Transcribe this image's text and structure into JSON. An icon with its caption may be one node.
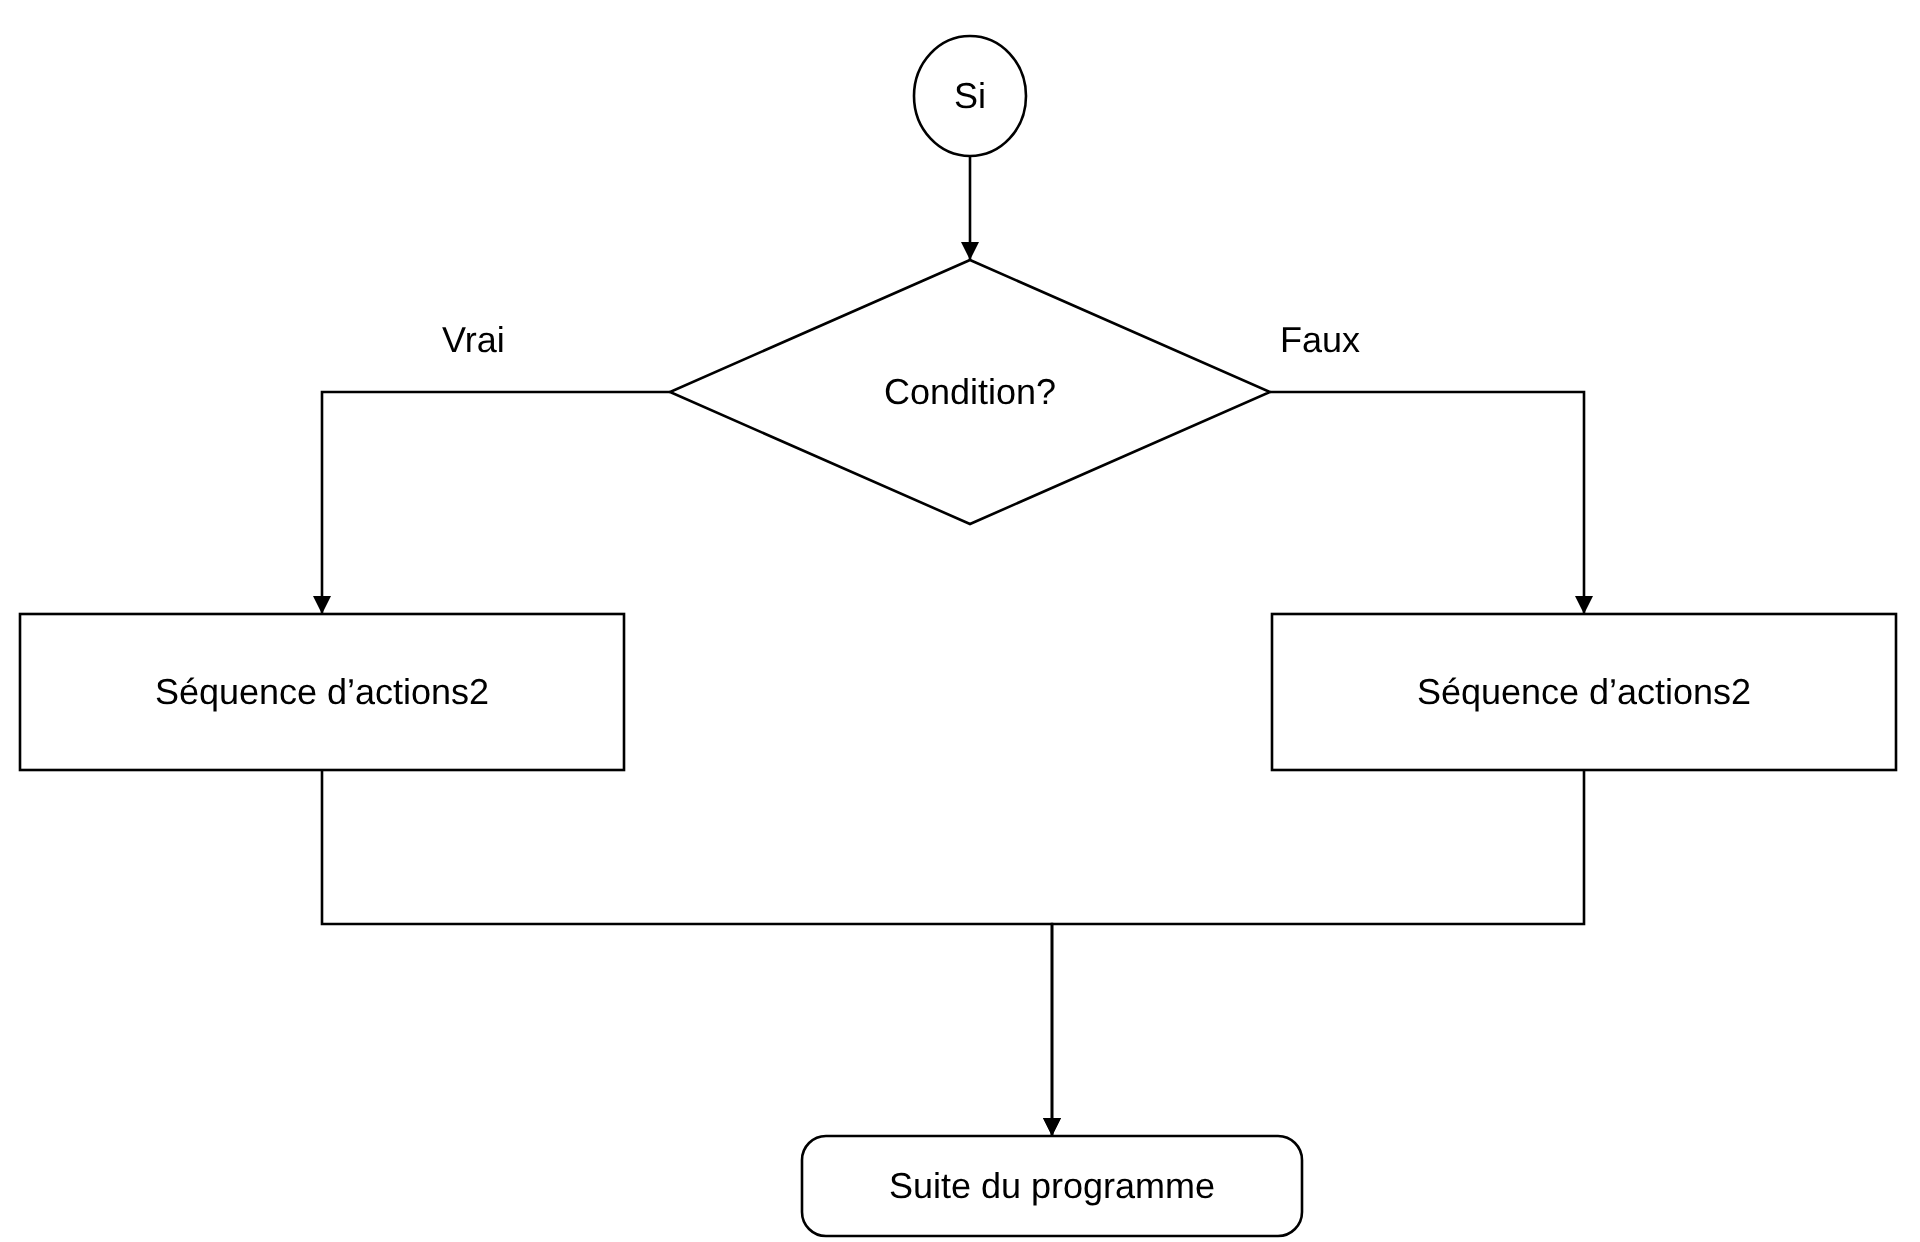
{
  "diagram": {
    "nodes": [
      {
        "text": [
          "Si"
        ]
      },
      {
        "text": [
          "Condition?"
        ]
      },
      {
        "text": [
          "Séquence d’actions2"
        ]
      },
      {
        "text": [
          "Séquence d’actions2"
        ]
      },
      {
        "text": [
          "Suite du programme"
        ]
      }
    ],
    "edges": [
      {
        "from": 0,
        "to": 1,
        "arrow": "to"
      },
      {
        "from": 1,
        "to": 2,
        "arrow": "to",
        "label": "Vrai"
      },
      {
        "from": 1,
        "to": 3,
        "arrow": "to",
        "label": "Faux"
      },
      {
        "from": 2,
        "to": 4,
        "arrow": "to"
      },
      {
        "from": 3,
        "to": 4,
        "arrow": "to"
      }
    ]
  }
}
